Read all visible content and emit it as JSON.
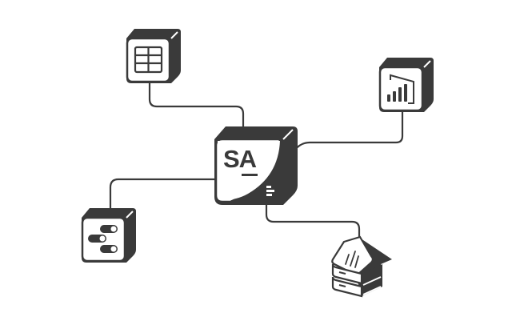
{
  "diagram": {
    "title": "SA hub integration diagram",
    "colors": {
      "ink": "#3a3a3a",
      "face": "#ffffff",
      "background": "#ffffff",
      "accent_underline": "#3a3a3a"
    },
    "hub": {
      "label": "SA",
      "icon": "sa-logo-icon",
      "corner_icon": "bars-icon"
    },
    "nodes": [
      {
        "id": "table",
        "icon": "table-grid-icon",
        "position": "top-left"
      },
      {
        "id": "bi-report",
        "icon": "bar-chart-report-icon",
        "position": "top-right"
      },
      {
        "id": "toggles",
        "icon": "toggle-switches-icon",
        "position": "bottom-left"
      },
      {
        "id": "data-warehouse",
        "icon": "warehouse-house-icon",
        "position": "bottom-right"
      }
    ],
    "connectors": [
      {
        "from": "table",
        "to": "hub"
      },
      {
        "from": "bi-report",
        "to": "hub"
      },
      {
        "from": "toggles",
        "to": "hub"
      },
      {
        "from": "data-warehouse",
        "to": "hub"
      }
    ]
  }
}
